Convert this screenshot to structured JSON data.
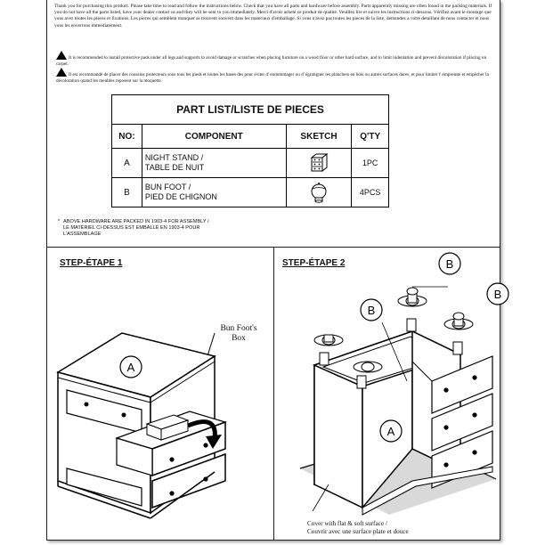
{
  "intro_text": "Thank you for purchasing this product. Please take time to read and follow the instructions below. Check that you have all parts and hardware before assembly. Parts apparently missing are often found in the packing materials. If you do not have all the parts listed, have your dealer contact us and they will be sent to you immediately. Merci d'avoir acheté ce produit de qualité. Veuillez lire et suivre les instructions ci-dessous. Vérifiez avant le montage que vous avez toutes les pieces et fixations. Les pieces qui semblent manquer se trouvent souvent dans les materiaux d'emballage. Si vous n'avez pas toutes les pieces de la liste, demandez a votre detaillant de nous contacter et nous vous les enverrons immediatement.",
  "warning_en": "It is recommended to install protective pads under all legs and supports to avoid damage or scratches when placing furniture on a wood floor or other hard surface, and to limit indentation and prevent discoloration if placing on carpet.",
  "warning_fr": "Il est recommandé de placer des coussins protecteurs sous tous les pieds et toutes les bases des pour éviter d' endommager ou d' égratigner les planchers en bois ou autres surfaces dures, et pour limiter l' empreinte et empêcher la décoloration quand les meubles reposent sur la moquette.",
  "part_list": {
    "title": "PART LIST/LISTE DE PIECES",
    "headers": {
      "no": "NO:",
      "component": "COMPONENT",
      "sketch": "SKETCH",
      "qty": "Q'TY"
    },
    "rows": [
      {
        "no": "A",
        "line1": "NIGHT STAND /",
        "line2": "TABLE DE NUIT",
        "qty": "1PC",
        "sketch_icon": "night-stand-icon"
      },
      {
        "no": "B",
        "line1": "BUN FOOT /",
        "line2": "PIED DE CHIGNON",
        "qty": "4PCS",
        "sketch_icon": "bun-foot-icon"
      }
    ]
  },
  "footnote": {
    "bullet": "*",
    "line1": "ABOVE HARDWARE ARE PACKED IN 1903-4 FOR ASSEMBLY /",
    "line2": "LE MATÉRIEL CI-DESSUS EST EMBALLÉ EN 1903-4 POUR",
    "line3": "L'ASSEMBLAGE"
  },
  "step1": {
    "title": "STEP-ÉTAPE 1",
    "callout_line1": "Bun Foot's",
    "callout_line2": "Box",
    "part_marker": "A"
  },
  "step2": {
    "title": "STEP-ÉTAPE 2",
    "part_marker": "A",
    "foot_marker": "B",
    "caption_line1": "Cover with flat & soft surface /",
    "caption_line2": "Couvrir avec une surface plate et douce"
  }
}
